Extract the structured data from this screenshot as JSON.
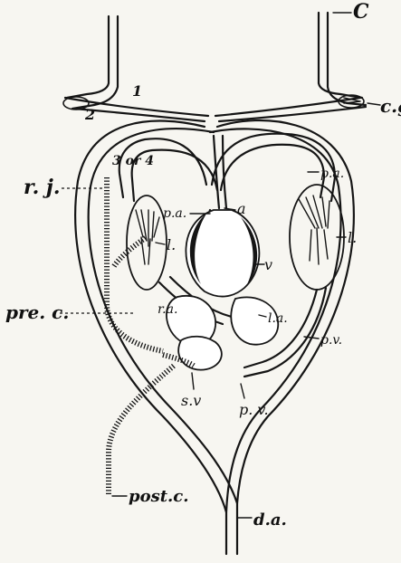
{
  "labels": {
    "c": "C",
    "cg": "c.g",
    "one": "1",
    "two": "2",
    "three_or_four": "3 or 4",
    "rj": "r. j.",
    "pa_right": "p.a.",
    "pa_center": "p.a.",
    "a": "a",
    "l_left": "l.",
    "l_right": "l.",
    "v": "v",
    "ra": "r.a.",
    "la": "l.a.",
    "pv_right": "p.v.",
    "prec": "pre. c.",
    "sv": "s.v",
    "pv_bottom": "p. v.",
    "postc": "post.c.",
    "da": "d.a."
  },
  "colors": {
    "ink": "#151515",
    "paper": "#f7f6f1"
  }
}
